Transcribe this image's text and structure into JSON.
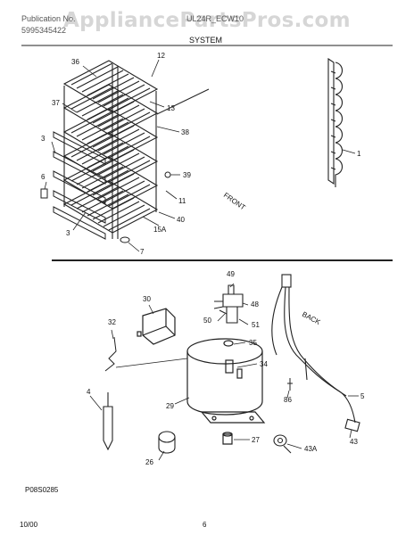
{
  "watermark": "AppliancePartsPros.com",
  "header": {
    "pub_label": "Publication No.",
    "pub_number": "5995345422",
    "model": "UL24R_ECW10",
    "section": "SYSTEM"
  },
  "parts": {
    "p1": "1",
    "p3a": "3",
    "p3b": "3",
    "p4": "4",
    "p5": "5",
    "p6": "6",
    "p7": "7",
    "p11": "11",
    "p12": "12",
    "p13": "13",
    "p15a": "15A",
    "p26": "26",
    "p27": "27",
    "p29": "29",
    "p30": "30",
    "p32": "32",
    "p34": "34",
    "p35": "35",
    "p36": "36",
    "p37": "37",
    "p38": "38",
    "p39": "39",
    "p40": "40",
    "p43": "43",
    "p43a": "43A",
    "p48": "48",
    "p49": "49",
    "p50": "50",
    "p51": "51",
    "p86": "86"
  },
  "annotations": {
    "front": "FRONT",
    "back": "BACK"
  },
  "footer": {
    "diagram_code": "P08S0285",
    "date": "10/00",
    "page": "6"
  }
}
